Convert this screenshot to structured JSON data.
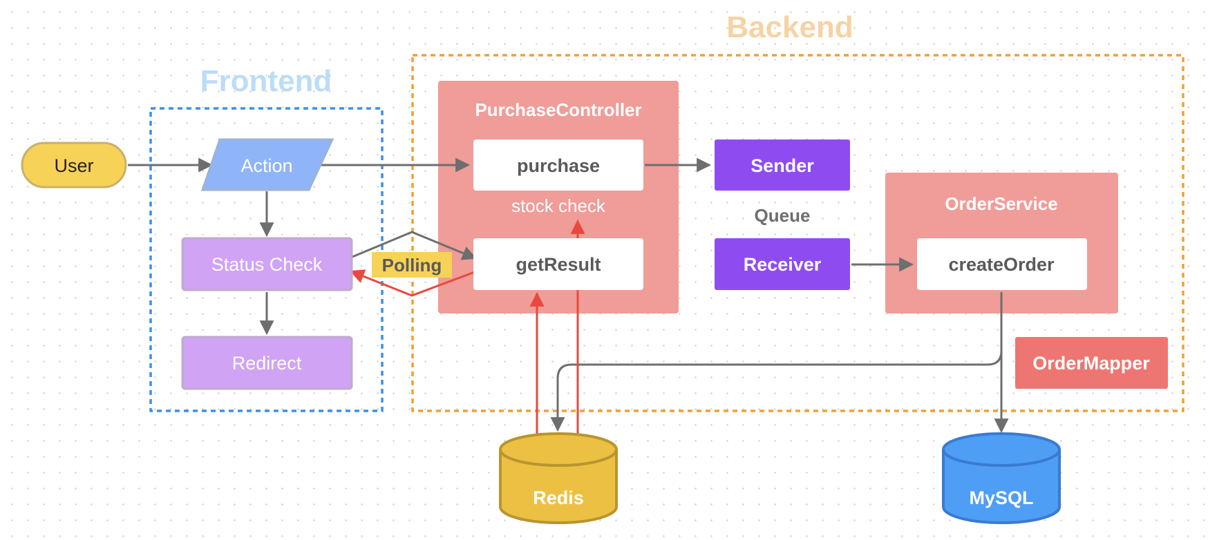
{
  "groups": {
    "frontend": {
      "title": "Frontend",
      "color": "#bcdcf7",
      "border_color": "#3b8fe8"
    },
    "backend": {
      "title": "Backend",
      "color": "#f5d3a3",
      "border_color": "#f0a030"
    }
  },
  "nodes": {
    "user": "User",
    "action": "Action",
    "status_check": "Status Check",
    "redirect": "Redirect",
    "purchase_controller": "PurchaseController",
    "purchase": "purchase",
    "stock_check": "stock check",
    "get_result": "getResult",
    "sender": "Sender",
    "queue": "Queue",
    "receiver": "Receiver",
    "order_service": "OrderService",
    "create_order": "createOrder",
    "order_mapper": "OrderMapper",
    "redis": "Redis",
    "mysql": "MySQL"
  },
  "edge_labels": {
    "polling": "Polling"
  },
  "colors": {
    "user_fill": "#f6d257",
    "action_fill": "#8fb4f8",
    "status_fill": "#d0a3f5",
    "controller_fill": "#f09c98",
    "queue_fill": "#8e4cf0",
    "order_mapper_fill": "#ee7672",
    "redis_fill": "#ecc143",
    "mysql_fill": "#4f9ef5",
    "arrow_gray": "#6e6e6e",
    "arrow_red": "#e8493e"
  }
}
